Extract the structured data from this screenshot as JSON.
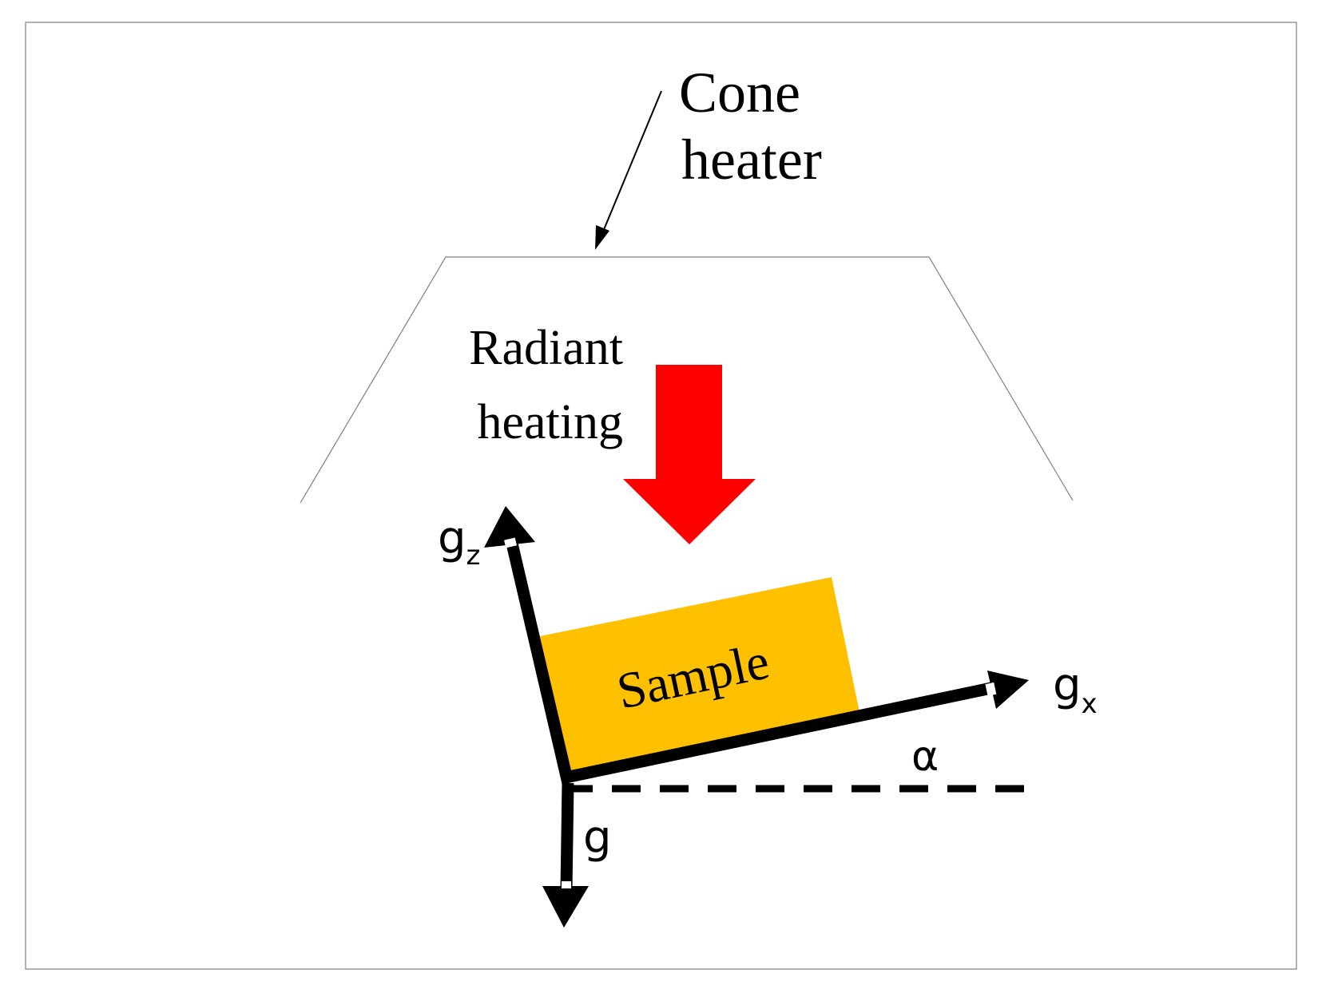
{
  "labels": {
    "cone_heater_line1": "Cone",
    "cone_heater_line2": "heater",
    "radiant_line1": "Radiant",
    "radiant_line2": "heating",
    "sample": "Sample",
    "gz_base": "g",
    "gz_sub": "z",
    "gx_base": "g",
    "gx_sub": "x",
    "g": "g",
    "alpha": "α"
  },
  "colors": {
    "heat_arrow": "#ff0000",
    "sample_fill": "#ffc000",
    "axes": "#000000",
    "frame": "#7f7f7f",
    "cone_outline": "#7f7f7f"
  },
  "icons": {
    "heat_arrow": "down-arrow-icon"
  }
}
